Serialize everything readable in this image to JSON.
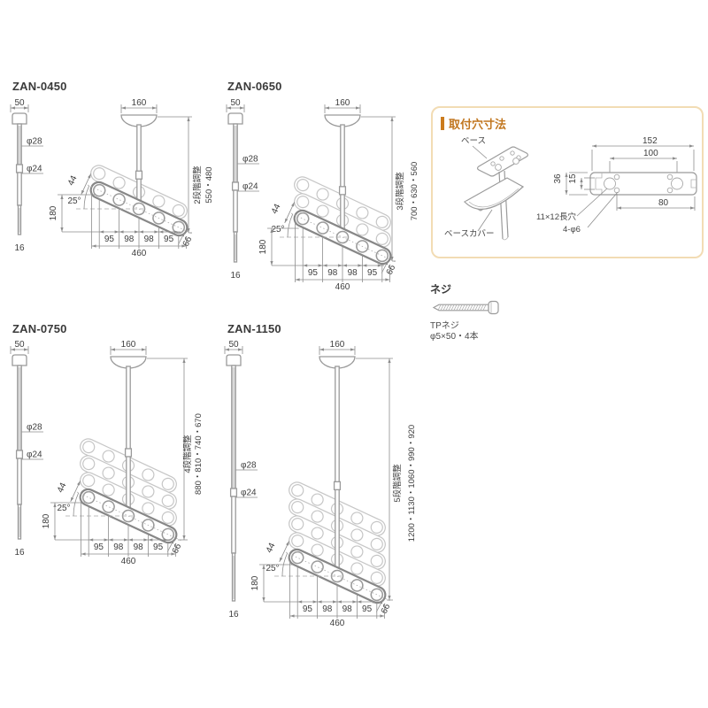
{
  "common_dims": {
    "pole_top_width": "50",
    "pole_upper_dia": "φ28",
    "pole_lower_dia": "φ24",
    "pole_tip": "16",
    "bracket_width": "160",
    "arm_width": "44",
    "arm_angle": "25°",
    "drop_height": "180",
    "hole_spans": [
      "95",
      "98",
      "98",
      "95"
    ],
    "arm_total": "460",
    "arm_end": "66"
  },
  "models": [
    {
      "id": "ZAN-0450",
      "stage_label": "2段階調整",
      "heights": "550・480"
    },
    {
      "id": "ZAN-0650",
      "stage_label": "3段階調整",
      "heights": "700・630・560"
    },
    {
      "id": "ZAN-0750",
      "stage_label": "4段階調整",
      "heights": "880・810・740・670"
    },
    {
      "id": "ZAN-1150",
      "stage_label": "5段階調整",
      "heights": "1200・1130・1060・990・920"
    }
  ],
  "mounting_box": {
    "title": "取付穴寸法",
    "base_label": "ベース",
    "base_cover_label": "ベースカバー",
    "slot_label": "11×12長穴",
    "hole_label": "4-φ6",
    "dim_width": "152",
    "dim_hole_span": "100",
    "dim_height": "36",
    "dim_offset": "15",
    "dim_lower_span": "80",
    "accent_color": "#c1761e",
    "border_color": "#f2dcb4"
  },
  "screw": {
    "title": "ネジ",
    "name": "TPネジ",
    "spec": "φ5×50・4本"
  }
}
